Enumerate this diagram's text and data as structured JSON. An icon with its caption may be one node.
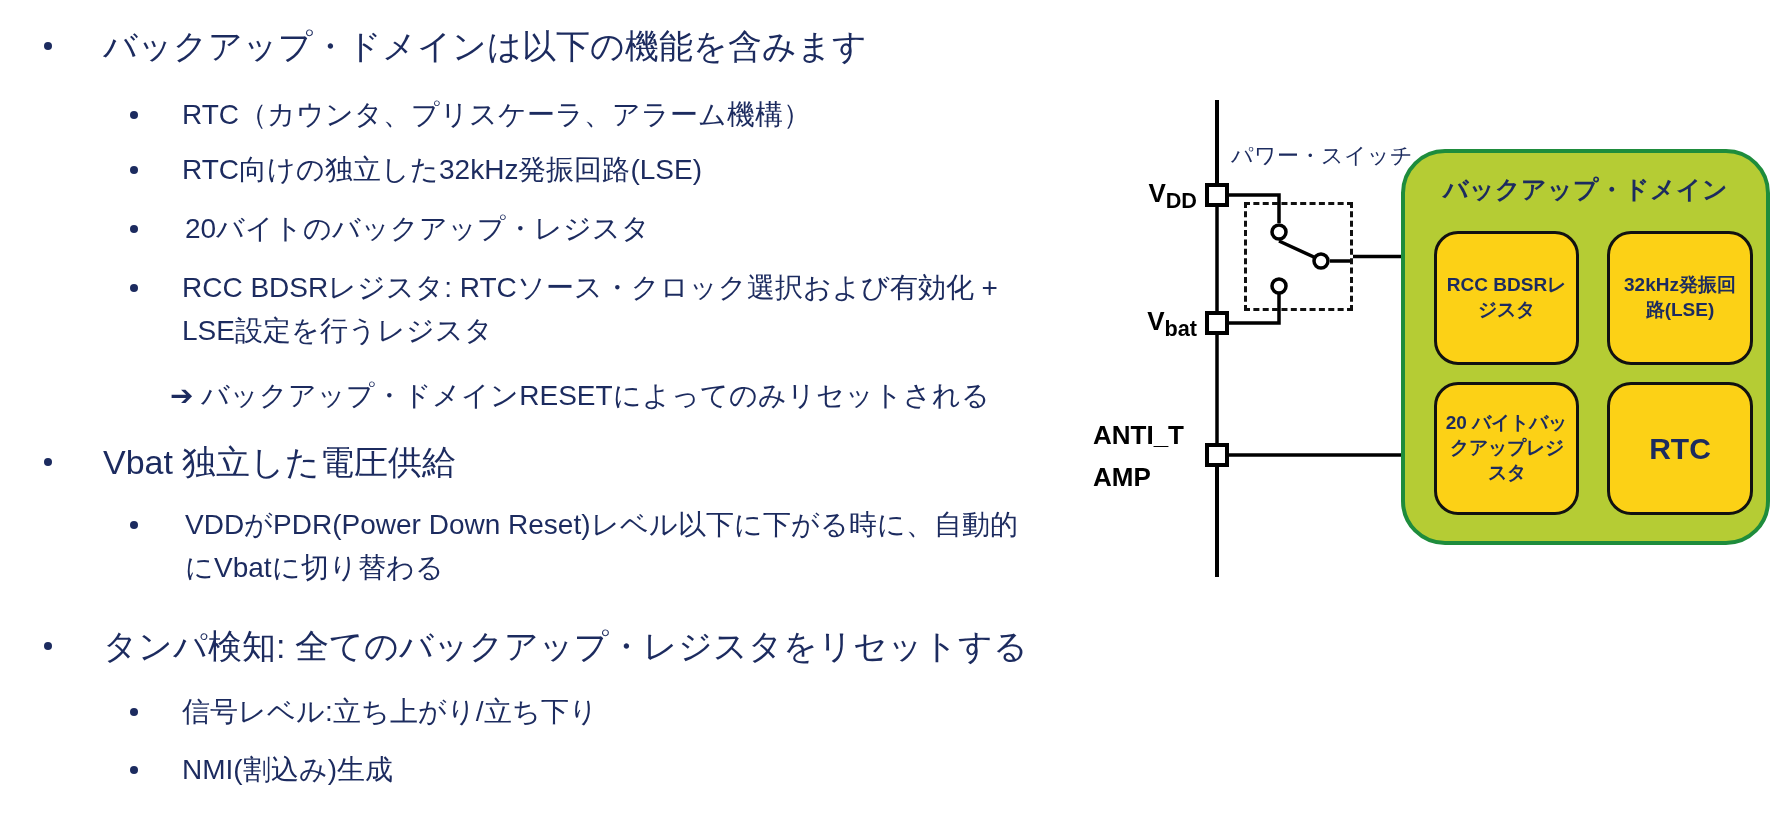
{
  "diagram": {
    "nodes": [
      {
        "text": [
          "バックアップ・ドメイン"
        ]
      },
      {
        "text": [
          "RCC BDSRレジスタ"
        ],
        "in": 0
      },
      {
        "text": [
          "32kHz発振回路(LSE)"
        ],
        "in": 0
      },
      {
        "text": [
          "20 バイトバックアップレジスタ"
        ],
        "in": 0
      },
      {
        "text": [
          "RTC"
        ],
        "in": 0
      },
      {
        "text": [
          "パワー・スイッチ"
        ]
      },
      {
        "text": [],
        "shape": "box",
        "beside": [
          "V$_{DD}$"
        ]
      },
      {
        "text": [],
        "shape": "box",
        "beside": [
          "V$_{bat}$"
        ]
      },
      {
        "text": [],
        "shape": "box",
        "beside": [
          "ANTI_T AMP"
        ]
      }
    ],
    "edges": [
      {
        "from": 6,
        "to": 5,
        "arrow": "none"
      },
      {
        "from": 7,
        "to": 5,
        "arrow": "none"
      },
      {
        "from": 5,
        "to": 0,
        "arrow": "none"
      },
      {
        "from": 8,
        "to": 0,
        "arrow": "none"
      },
      {
        "from": 6,
        "to": 7,
        "arrow": "none"
      },
      {
        "from": 7,
        "to": 8,
        "arrow": "none"
      }
    ],
    "labels": [
      "バックアップ・ドメインは以下の機能を含みます",
      "RTC（カウンタ、プリスケーラ、アラーム機構）",
      "RTC向けの独立した32kHz発振回路(LSE)",
      "20バイトのバックアップ・レジスタ",
      "RCC BDSRレジスタ: RTCソース・クロック選択および有効化 + LSE設定を行うレジスタ",
      "➔ バックアップ・ドメインRESETによってのみリセットされる",
      "Vbat 独立した電圧供給",
      "VDDがPDR(Power Down Reset)レベル以下に下がる時に、自動的にVbatに切り替わる",
      "タンパ検知: 全てのバックアップ・レジスタをリセットする",
      "信号レベル:立ち上がり/立ち下り",
      "NMI(割込み)生成"
    ]
  }
}
